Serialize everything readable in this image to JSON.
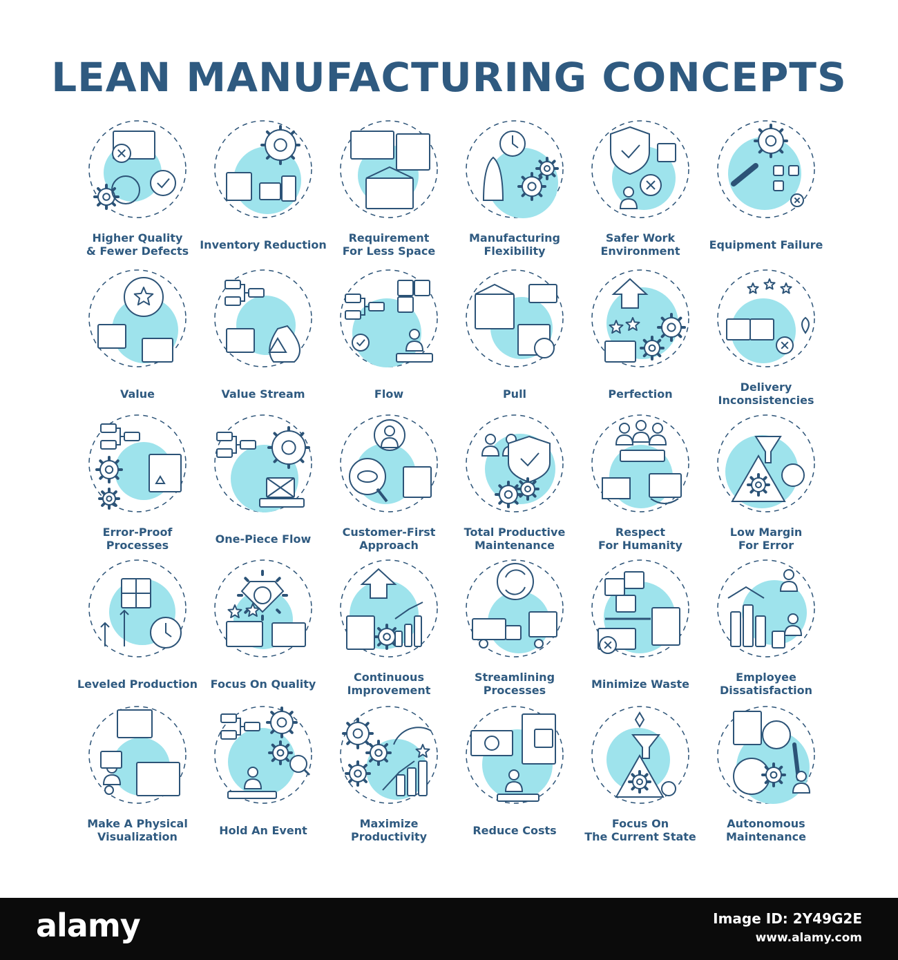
{
  "title": "LEAN MANUFACTURING CONCEPTS",
  "colors": {
    "title": "#2f5a80",
    "stroke": "#2c5377",
    "fill": "#9ee3ec",
    "footer": "#0b0b0b"
  },
  "concepts": [
    {
      "label": "Higher Quality\n& Fewer Defects",
      "icon": "quality-badge-icon"
    },
    {
      "label": "Inventory Reduction",
      "icon": "factory-gear-icon"
    },
    {
      "label": "Requirement\nFor Less Space",
      "icon": "warehouse-panel-icon"
    },
    {
      "label": "Manufacturing\nFlexibility",
      "icon": "rocket-stopwatch-icon"
    },
    {
      "label": "Safer Work\nEnvironment",
      "icon": "shield-worker-icon"
    },
    {
      "label": "Equipment Failure",
      "icon": "wrench-gear-fire-icon"
    },
    {
      "label": "Value",
      "icon": "star-target-tag-icon"
    },
    {
      "label": "Value Stream",
      "icon": "workflow-money-bag-icon"
    },
    {
      "label": "Flow",
      "icon": "puzzle-conveyor-icon"
    },
    {
      "label": "Pull",
      "icon": "truck-warehouse-icon"
    },
    {
      "label": "Perfection",
      "icon": "handshake-stars-icon"
    },
    {
      "label": "Delivery\nInconsistencies",
      "icon": "boxes-location-icon"
    },
    {
      "label": "Error-Proof\nProcesses",
      "icon": "shapes-gear-icon"
    },
    {
      "label": "One-Piece Flow",
      "icon": "flowchart-conveyor-icon"
    },
    {
      "label": "Customer-First\nApproach",
      "icon": "customer-eye-icon"
    },
    {
      "label": "Total Productive\nMaintenance",
      "icon": "team-shield-gear-icon"
    },
    {
      "label": "Respect\nFor Humanity",
      "icon": "people-handshake-icon"
    },
    {
      "label": "Low Margin\nFor Error",
      "icon": "funnel-warning-icon"
    },
    {
      "label": "Leveled Production",
      "icon": "clock-arrows-icon"
    },
    {
      "label": "Focus On Quality",
      "icon": "diamond-stars-icon"
    },
    {
      "label": "Continuous\nImprovement",
      "icon": "growth-chart-icon"
    },
    {
      "label": "Streamlining\nProcesses",
      "icon": "refresh-cart-truck-icon"
    },
    {
      "label": "Minimize Waste",
      "icon": "recycle-bin-icon"
    },
    {
      "label": "Employee\nDissatisfaction",
      "icon": "worker-stop-icon"
    },
    {
      "label": "Make A Physical\nVisualization",
      "icon": "board-people-icon"
    },
    {
      "label": "Hold An Event",
      "icon": "presentation-icon"
    },
    {
      "label": "Maximize\nProductivity",
      "icon": "speedometer-gear-icon"
    },
    {
      "label": "Reduce Costs",
      "icon": "money-invoice-icon"
    },
    {
      "label": "Focus On\nThe Current State",
      "icon": "triangle-gear-icon"
    },
    {
      "label": "Autonomous\nMaintenance",
      "icon": "robot-arm-icon"
    }
  ],
  "footer": {
    "brand": "alamy",
    "image_id": "Image ID: 2Y49G2E",
    "url": "www.alamy.com"
  }
}
